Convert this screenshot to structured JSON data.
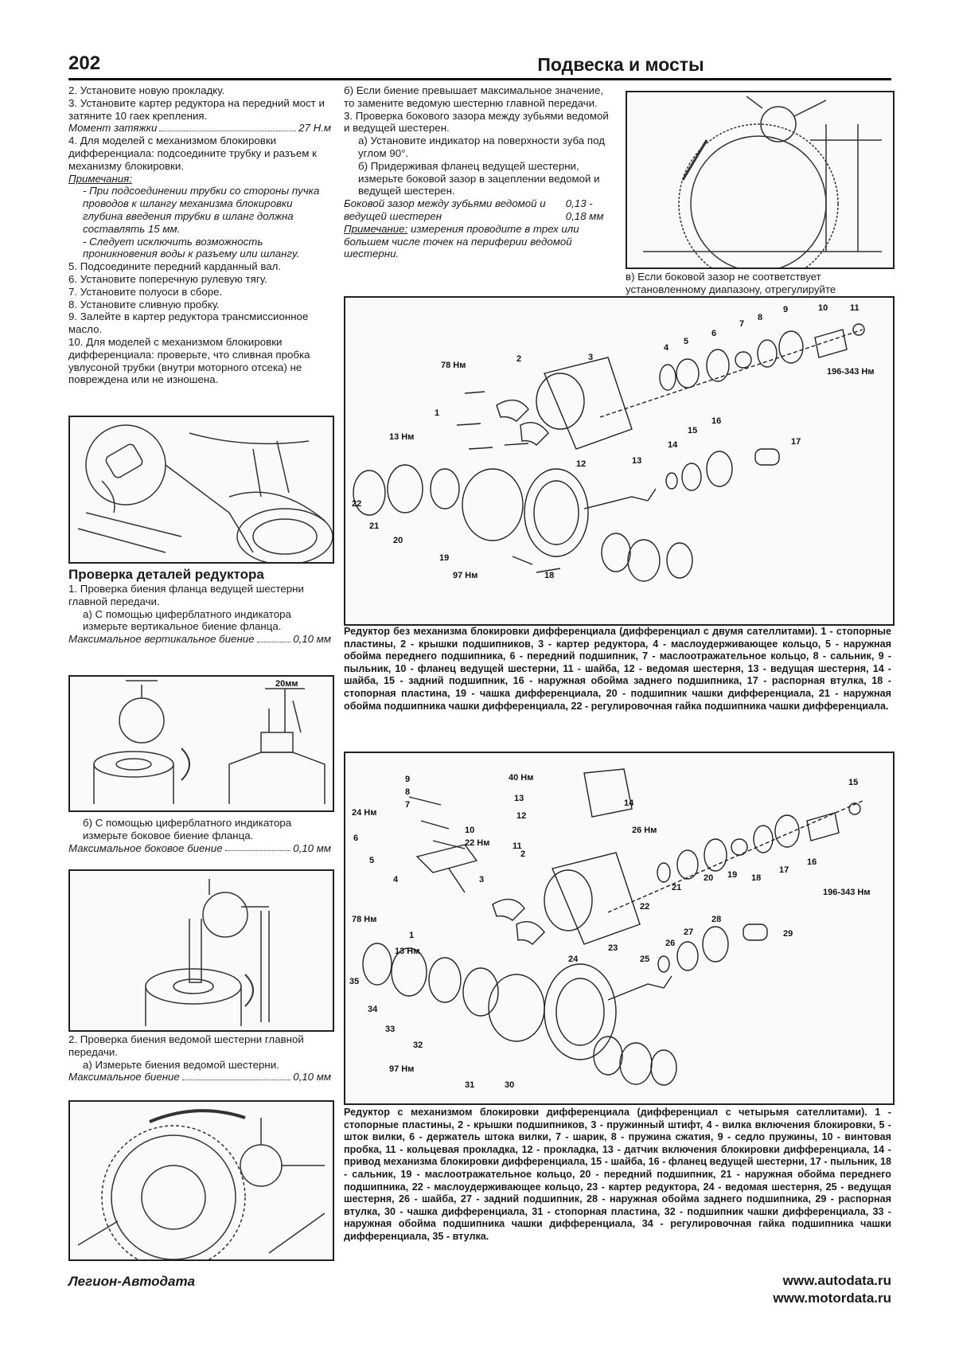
{
  "header": {
    "page_number": "202",
    "title": "Подвеска и мосты"
  },
  "col1": {
    "p1": "2. Установите новую прокладку.",
    "p2": "3. Установите картер редуктора на передний мост и затяните 10 гаек крепления.",
    "t1_label": "Момент затяжки",
    "t1_value": "27 Н.м",
    "p3": "4. Для моделей с механизмом блокировки дифференциала: подсоедините трубку и разъем к механизму блокировки.",
    "note_head": "Примечания:",
    "note1": "- При подсоединении трубки со стороны пучка проводов к шлангу механизма блокировки глубина введения трубки в шланг должна составлять 15 мм.",
    "note2": "- Следует исключить возможность проникновения воды к разъему или шлангу.",
    "p5": "5. Подсоедините передний карданный вал.",
    "p6": "6. Установите поперечную рулевую тягу.",
    "p7": "7. Установите полуоси в сборе.",
    "p8": "8. Установите сливную пробку.",
    "p9": "9. Залейте в картер редуктора трансмиссионное масло.",
    "p10": "10. Для моделей с механизмом блокировки дифференциала: проверьте, что сливная пробка увлусоной трубки (внутри моторного отсека) не повреждена или не изношена.",
    "section_title": "Проверка деталей редуктора",
    "s1": "1. Проверка биения фланца ведущей шестерни главной передачи.",
    "s1a": "а) С помощью циферблатного индикатора измерьте вертикальное биение фланца.",
    "t2_label": "Максимальное вертикальное биение",
    "t2_value": "0,10 мм",
    "fig_dim_label": "20мм",
    "s1b": "б) С помощью циферблатного индикатора измерьте боковое биение фланца.",
    "t3_label": "Максимальное боковое биение",
    "t3_value": "0,10 мм",
    "s2": "2. Проверка биения ведомой шестерни главной передачи.",
    "s2a": "а) Измерьте биения ведомой шестерни.",
    "t4_label": "Максимальное биение",
    "t4_value": "0,10 мм"
  },
  "col2": {
    "p1": "б) Если биение превышает максимальное значение, то замените ведомую шестерню главной передачи.",
    "p2": "3. Проверка бокового зазора между зубьями ведомой и ведущей шестерен.",
    "p2a": "а) Установите индикатор на поверхности зуба под углом 90°.",
    "p2b": "б) Придерживая фланец ведущей шестерни, измерьте боковой зазор в зацеплении ведомой и ведущей шестерен.",
    "t_label": "Боковой зазор между зубьями ведомой и ведущей шестерен",
    "t_value": "0,13 - 0,18 мм",
    "note_head": "Примечание:",
    "note": "измерения проводите в трех или большем числе точек на периферии ведомой шестерни."
  },
  "col3": {
    "p1": "в) Если боковой зазор не соответствует установленному диапазону, отрегулируйте"
  },
  "diagram1": {
    "labels": {
      "n1": "1",
      "n2": "2",
      "n3": "3",
      "n4": "4",
      "n5": "5",
      "n6": "6",
      "n7": "7",
      "n8": "8",
      "n9": "9",
      "n10": "10",
      "n11": "11",
      "n12": "12",
      "n13": "13",
      "n14": "14",
      "n15": "15",
      "n16": "16",
      "n17": "17",
      "n18": "18",
      "n19": "19",
      "n20": "20",
      "n21": "21",
      "n22": "22",
      "tq78": "78 Нм",
      "tq13": "13 Нм",
      "tq97": "97 Нм",
      "tq196": "196-343 Нм"
    },
    "caption": "Редуктор без механизма блокировки дифференциала (дифференциал с двумя сателлитами). 1 - стопорные пластины, 2 - крышки подшипников, 3 - картер редуктора, 4 - маслоудерживающее кольцо, 5 - наружная обойма переднего подшипника, 6 - передний подшипник, 7 - маслоотражательное кольцо, 8 - сальник, 9 - пыльник, 10 - фланец ведущей шестерни, 11 - шайба, 12 - ведомая шестерня, 13 - ведущая шестерня, 14 - шайба, 15 - задний подшипник, 16 - наружная обойма заднего подшипника, 17 - распорная втулка, 18 - стопорная пластина, 19 - чашка дифференциала, 20 - подшипник чашки дифференциала, 21 - наружная обойма подшипника чашки дифференциала, 22 - регулировочная гайка подшипника чашки дифференциала."
  },
  "diagram2": {
    "labels": {
      "n1": "1",
      "n2": "2",
      "n3": "3",
      "n4": "4",
      "n5": "5",
      "n6": "6",
      "n7": "7",
      "n8": "8",
      "n9": "9",
      "n10": "10",
      "n11": "11",
      "n12": "12",
      "n13": "13",
      "n14": "14",
      "n15": "15",
      "n16": "16",
      "n17": "17",
      "n18": "18",
      "n19": "19",
      "n20": "20",
      "n21": "21",
      "n22": "22",
      "n23": "23",
      "n24": "24",
      "n25": "25",
      "n26": "26",
      "n27": "27",
      "n28": "28",
      "n29": "29",
      "n30": "30",
      "n31": "31",
      "n32": "32",
      "n33": "33",
      "n34": "34",
      "n35": "35",
      "tq40": "40 Нм",
      "tq24": "24 Нм",
      "tq22": "22 Нм",
      "tq26": "26 Нм",
      "tq78": "78 Нм",
      "tq13": "13 Нм",
      "tq97": "97 Нм",
      "tq196": "196-343 Нм"
    },
    "caption": "Редуктор с механизмом блокировки дифференциала (дифференциал с четырьмя сателлитами). 1 - стопорные пластины, 2 - крышки подшипников, 3 - пружинный штифт, 4 - вилка включения блокировки, 5 - шток вилки, 6 - держатель штока вилки, 7 - шарик, 8 - пружина сжатия, 9 - седло пружины, 10 - винтовая пробка, 11 - кольцевая прокладка, 12 - прокладка, 13 - датчик включения блокировки дифференциала, 14 - привод механизма блокировки дифференциала, 15 - шайба, 16 - фланец ведущей шестерни, 17 - пыльник, 18 - сальник, 19 - маслоотражательное кольцо, 20 - передний подшипник, 21 - наружная обойма переднего подшипника, 22 - маслоудерживающее кольцо, 23 - картер редуктора, 24 - ведомая шестерня, 25 - ведущая шестерня, 26 - шайба, 27 - задний подшипник, 28 - наружная обойма заднего подшипника, 29 - распорная втулка, 30 - чашка дифференциала, 31 - стопорная пластина, 32 - подшипник чашки дифференциала, 33 - наружная обойма подшипника чашки дифференциала, 34 - регулировочная гайка подшипника чашки дифференциала, 35 - втулка."
  },
  "footer": {
    "publisher": "Легион-Автодата",
    "url1": "www.autodata.ru",
    "url2": "www.motordata.ru"
  }
}
